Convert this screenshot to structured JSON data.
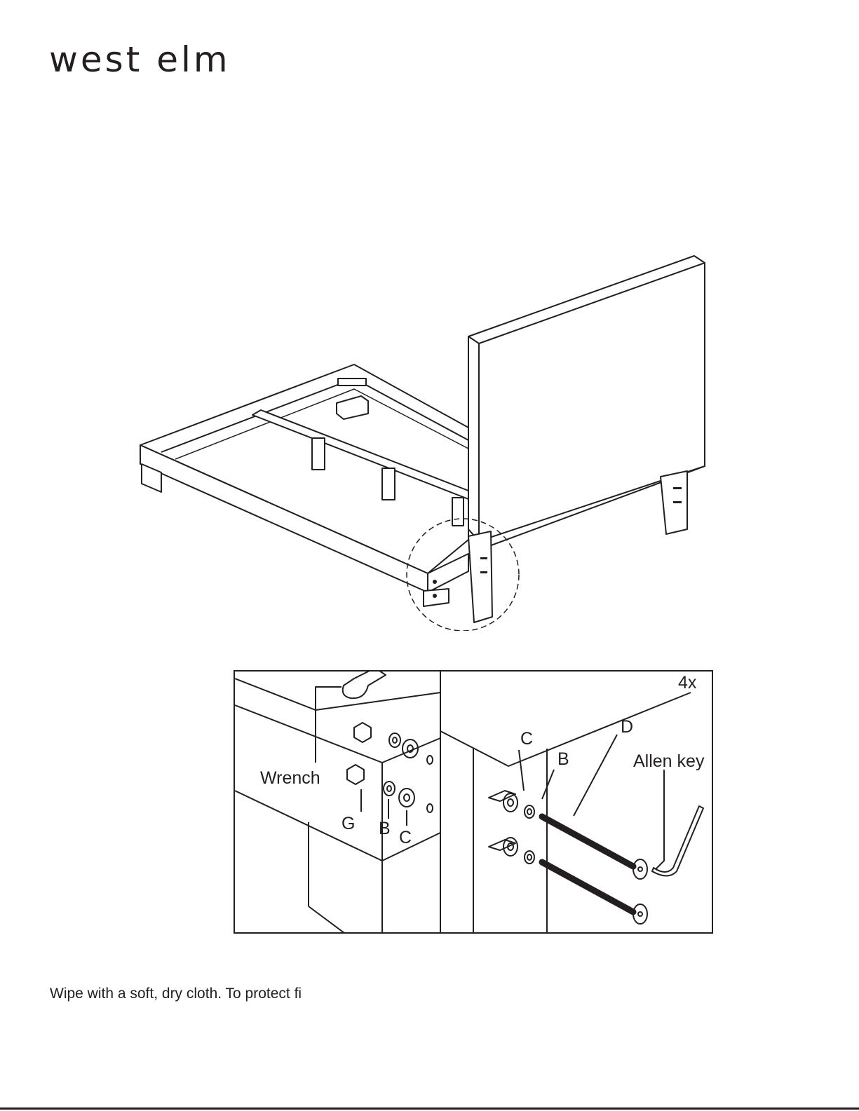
{
  "brand": {
    "name": "west elm"
  },
  "detail": {
    "labels": {
      "wrench": "Wrench",
      "g": "G",
      "b_left": "B",
      "c_left": "C",
      "quantity": "4x",
      "c_right": "C",
      "b_right": "B",
      "d": "D",
      "allen_key": "Allen key"
    }
  },
  "care": {
    "text": "Wipe with a soft, dry cloth. To protect fi"
  }
}
